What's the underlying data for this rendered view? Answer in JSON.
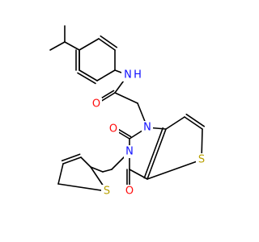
{
  "colors": {
    "background": "#ffffff",
    "bond": "#000000",
    "nitrogen": "#1010ff",
    "oxygen": "#ff0d0d",
    "sulfur": "#b8a000",
    "carbon": "#000000"
  },
  "atoms": {
    "amide_n": {
      "label": "N",
      "sub": "H",
      "element": "nitrogen"
    },
    "amide_o": {
      "label": "O",
      "element": "oxygen"
    },
    "ring_n1": {
      "label": "N",
      "element": "nitrogen"
    },
    "ring_n3": {
      "label": "N",
      "element": "nitrogen"
    },
    "c2_o": {
      "label": "O",
      "element": "oxygen"
    },
    "c4_o": {
      "label": "O",
      "element": "oxygen"
    },
    "thieno_s": {
      "label": "S",
      "element": "sulfur"
    },
    "thienyl_s": {
      "label": "S",
      "element": "sulfur"
    }
  }
}
